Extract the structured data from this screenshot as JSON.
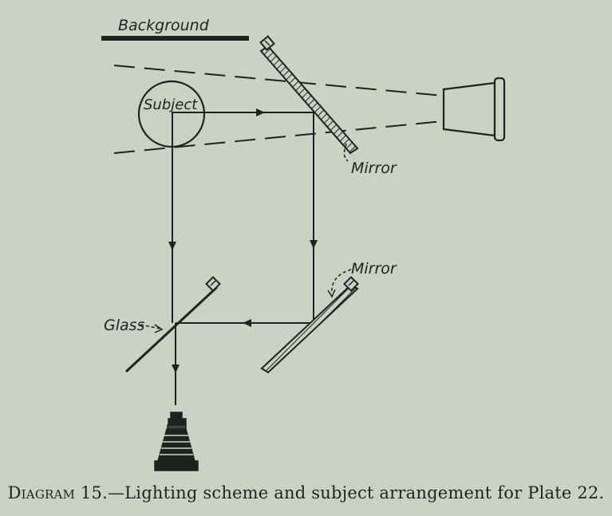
{
  "labels": {
    "background": "Background",
    "subject": "Subject",
    "mirror_top": "Mirror",
    "mirror_bottom": "Mirror",
    "glass": "Glass"
  },
  "caption": {
    "prefix": "Diagram",
    "text": " 15.—Lighting scheme and subject arrangement for Plate 22."
  },
  "colors": {
    "ink": "#1c2420",
    "paper": "#c9d3c4"
  }
}
